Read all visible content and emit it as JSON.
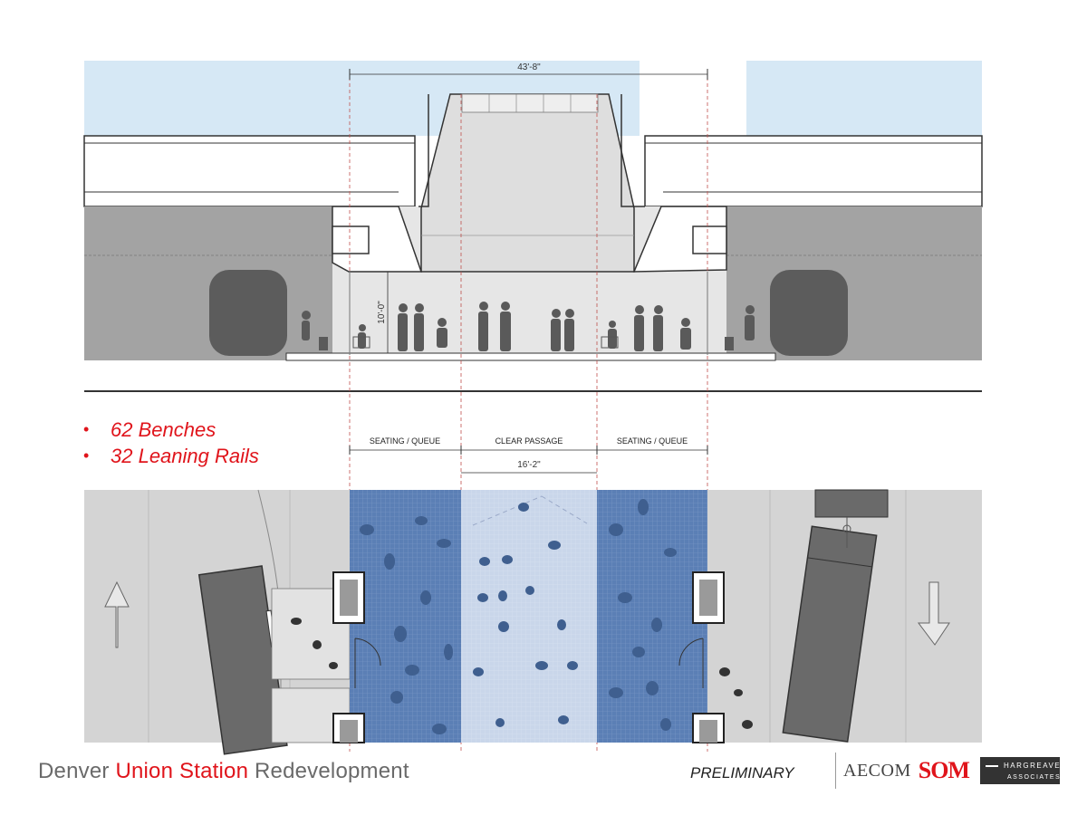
{
  "section": {
    "width_dimension": "43'-8\"",
    "height_dimension": "10'-0\""
  },
  "zones": {
    "seating_left": "SEATING / QUEUE",
    "clear_passage": "CLEAR PASSAGE",
    "seating_right": "SEATING / QUEUE",
    "passage_width": "16'-2\""
  },
  "amenities": [
    "62 Benches",
    "32 Leaning Rails"
  ],
  "footer": {
    "title_part1": "Denver ",
    "title_part2": "Union Station",
    "title_part3": " Redevelopment",
    "status": "PRELIMINARY"
  },
  "logos": {
    "aecom": "AECOM",
    "som": "SOM",
    "hargreaves_line1": "HARGREAVES",
    "hargreaves_line2": "ASSOCIATES"
  },
  "colors": {
    "accent_red": "#e0141b",
    "sky": "#d6e8f5",
    "seating_blue": "#5b7fb5",
    "passage_blue": "#c9d6ea"
  }
}
